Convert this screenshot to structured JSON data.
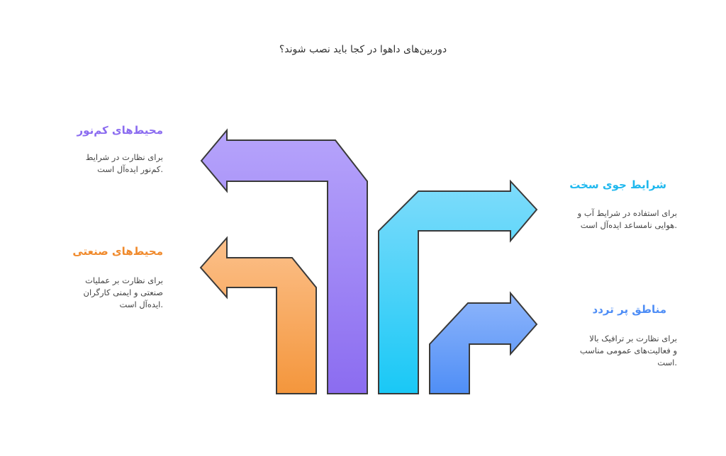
{
  "title": "دوربین‌های داهوا در کجا باید نصب شوند؟",
  "colors": {
    "purple": "#8b6cf0",
    "purple_light": "#b6a4fb",
    "orange": "#f4963c",
    "orange_light": "#fcc08a",
    "cyan": "#19c8f6",
    "cyan_light": "#7fdcfb",
    "blue": "#4f8ef6",
    "blue_light": "#8fb6fb"
  },
  "items": [
    {
      "key": "low_light",
      "heading": "محیط‌های کم‌نور",
      "description_lines": [
        "برای نظارت در شرایط",
        ".کم‌نور ایده‌آل است"
      ],
      "color": "#8b6cf0",
      "side": "left"
    },
    {
      "key": "industrial",
      "heading": "محیط‌های صنعتی",
      "description_lines": [
        "برای نظارت بر عملیات",
        "صنعتی و ایمنی کارگران",
        ".ایده‌آل است"
      ],
      "color": "#f08a2c",
      "side": "left"
    },
    {
      "key": "harsh_weather",
      "heading": "شرایط جوی سخت",
      "description_lines": [
        "برای استفاده در شرایط آب و",
        ".هوایی نامساعد ایده‌آل است"
      ],
      "color": "#1fb8ee",
      "side": "right"
    },
    {
      "key": "high_traffic",
      "heading": "مناطق پر تردد",
      "description_lines": [
        "برای نظارت بر ترافیک بالا",
        "و فعالیت‌های عمومی مناسب",
        ".است"
      ],
      "color": "#4f8ef6",
      "side": "right"
    }
  ]
}
